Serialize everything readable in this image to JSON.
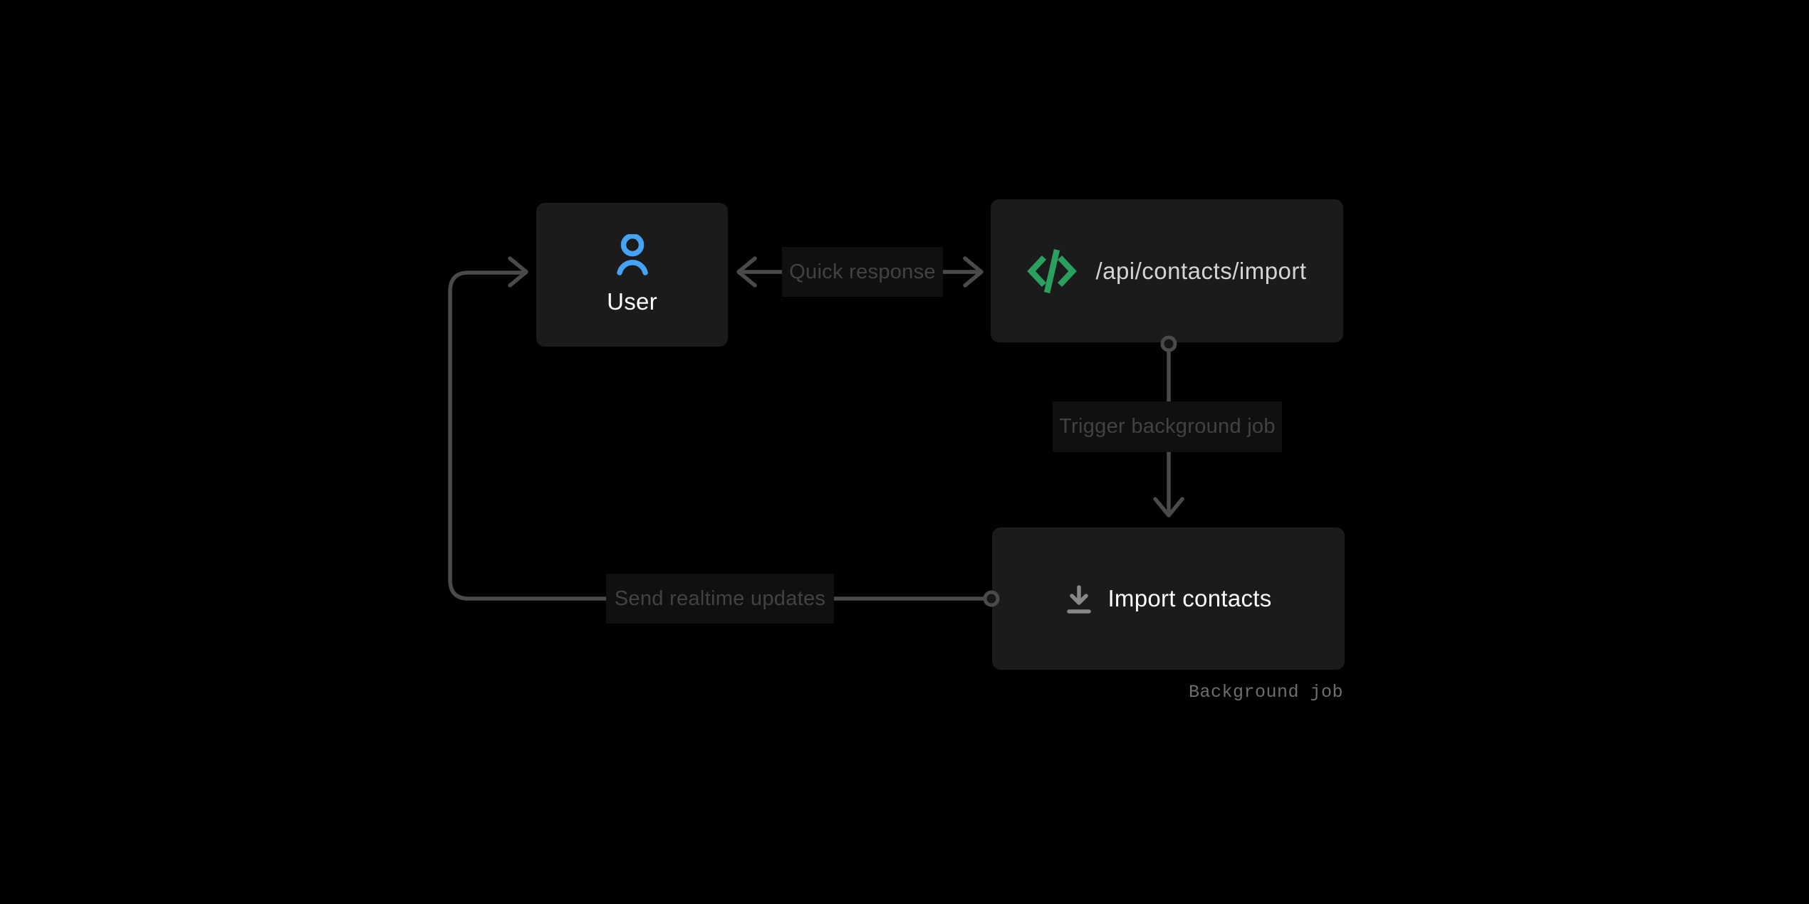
{
  "diagram": {
    "nodes": {
      "user": {
        "label": "User",
        "icon": "user-icon"
      },
      "api": {
        "label": "/api/contacts/import",
        "icon": "code-icon"
      },
      "import_job": {
        "label": "Import contacts",
        "icon": "download-icon",
        "annotation": "Background job"
      }
    },
    "edges": {
      "quick_response": {
        "label": "Quick response",
        "from": "api",
        "to": "user",
        "direction": "bidirectional"
      },
      "trigger_job": {
        "label": "Trigger background job",
        "from": "api",
        "to": "import_job",
        "direction": "down"
      },
      "send_updates": {
        "label": "Send realtime updates",
        "from": "import_job",
        "to": "user",
        "direction": "left-up"
      }
    },
    "colors": {
      "background": "#000000",
      "node_bg": "#1b1b1b",
      "label_bg": "#101010",
      "label_text": "#404246",
      "line": "#4a4a4a",
      "node_title": "#ffffff",
      "api_text": "#d4d4d4",
      "user_icon": "#45a3f5",
      "code_icon": "#2aa05f",
      "download_icon": "#888888",
      "annotation_text": "#6e6e6e"
    }
  }
}
